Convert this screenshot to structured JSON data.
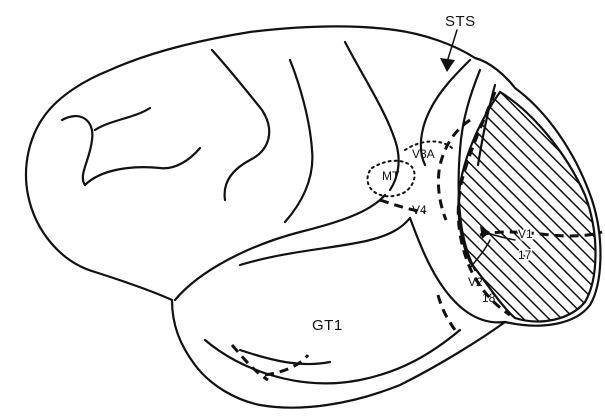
{
  "labels": {
    "sts": "STS",
    "v3a": "V3A",
    "mt": "MT",
    "v4": "V4",
    "v1": "V1",
    "area17": "17",
    "v2": "V2",
    "area18": "18",
    "gt1": "GT1"
  },
  "colors": {
    "ink": "#111111",
    "background": "#ffffff"
  }
}
